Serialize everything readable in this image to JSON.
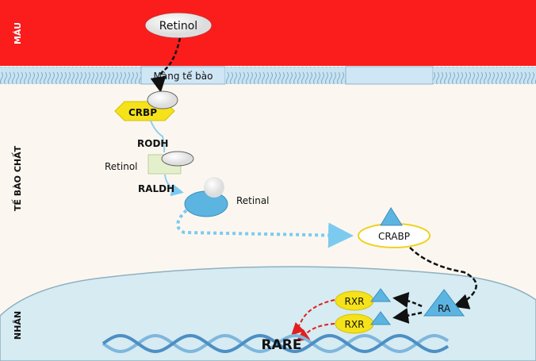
{
  "regions": {
    "blood": "MÁU",
    "cytoplasm": "TẾ BÀO CHẤT",
    "nucleus": "NHÂN"
  },
  "membrane_label": "Màng tế bào",
  "molecules": {
    "retinol_blood": "Retinol",
    "crbp": "CRBP",
    "rodh": "RODH",
    "retinol_cell": "Retinol",
    "raldh": "RALDH",
    "retinal": "Retinal",
    "crabp": "CRABP",
    "ra": "RA",
    "rxr_1": "RXR",
    "rxr_2": "RXR",
    "rare": "RARE"
  },
  "colors": {
    "blood": "#fb1c1c",
    "membrane": "#c9e3f2",
    "cytoplasm": "#fbf7f0",
    "nucleus": "#d6ebf2",
    "yellow": "#f5e21a",
    "blue": "#5cb4e0",
    "red_arrow": "#e02020"
  }
}
